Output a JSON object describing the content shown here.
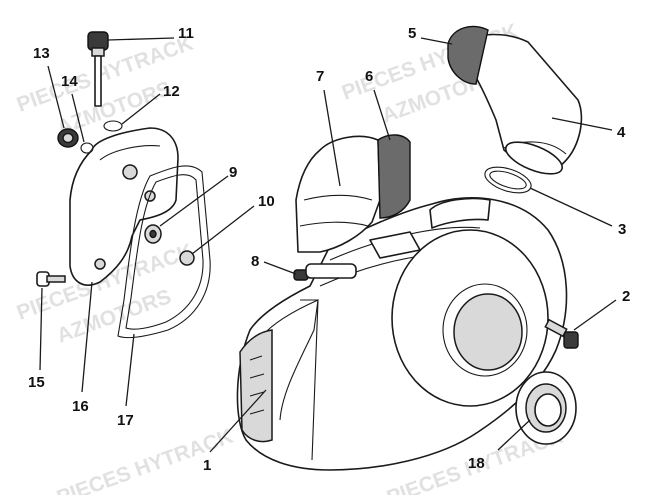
{
  "watermarks": [
    "PIECES HYTRACK",
    "AZMOTORS"
  ],
  "callouts": [
    {
      "id": "c1",
      "label": "1"
    },
    {
      "id": "c2",
      "label": "2"
    },
    {
      "id": "c3",
      "label": "3"
    },
    {
      "id": "c4",
      "label": "4"
    },
    {
      "id": "c5",
      "label": "5"
    },
    {
      "id": "c6",
      "label": "6"
    },
    {
      "id": "c7",
      "label": "7"
    },
    {
      "id": "c8",
      "label": "8"
    },
    {
      "id": "c9",
      "label": "9"
    },
    {
      "id": "c10",
      "label": "10"
    },
    {
      "id": "c11",
      "label": "11"
    },
    {
      "id": "c12",
      "label": "12"
    },
    {
      "id": "c13",
      "label": "13"
    },
    {
      "id": "c14",
      "label": "14"
    },
    {
      "id": "c15",
      "label": "15"
    },
    {
      "id": "c16",
      "label": "16"
    },
    {
      "id": "c17",
      "label": "17"
    },
    {
      "id": "c18",
      "label": "18"
    }
  ]
}
